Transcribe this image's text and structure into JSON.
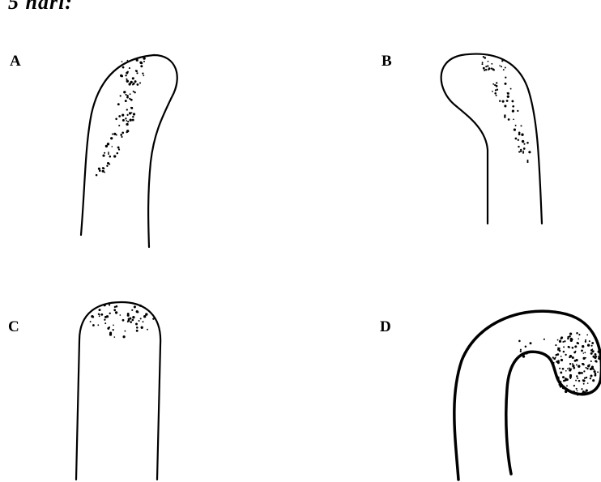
{
  "caption": "5 hari:",
  "panels": [
    {
      "label": "A"
    },
    {
      "label": "B"
    },
    {
      "label": "C"
    },
    {
      "label": "D"
    }
  ]
}
